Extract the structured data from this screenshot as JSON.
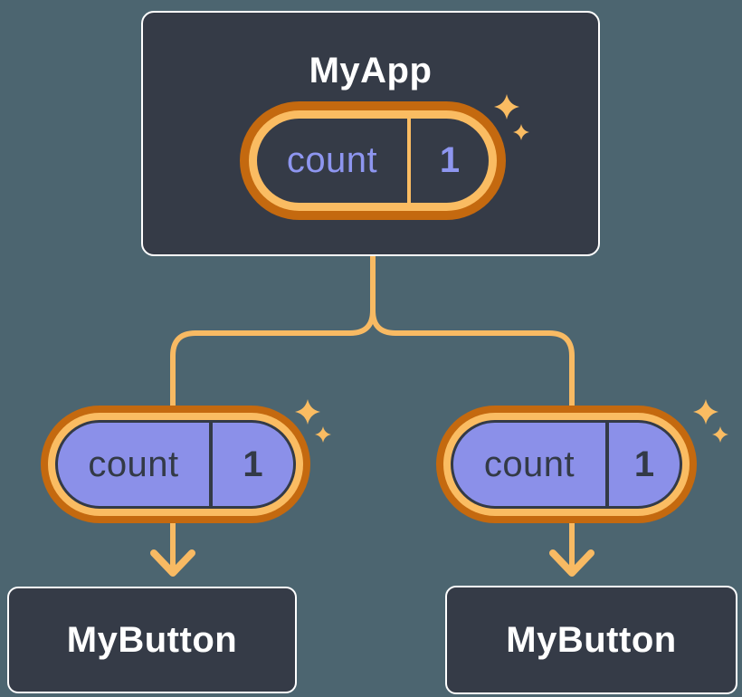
{
  "diagram": {
    "root": {
      "title": "MyApp",
      "state": {
        "label": "count",
        "value": "1"
      }
    },
    "children": [
      {
        "title": "MyButton",
        "prop": {
          "label": "count",
          "value": "1"
        }
      },
      {
        "title": "MyButton",
        "prop": {
          "label": "count",
          "value": "1"
        }
      }
    ]
  },
  "colors": {
    "bg": "#4c6570",
    "node-bg": "#353b47",
    "node-border": "#ffffff",
    "title-text": "#ffffff",
    "ring-outer": "#c4690f",
    "ring-inner": "#fabc62",
    "pill-purple": "#8b90e9",
    "text-purple": "#8e96f0",
    "text-dark": "#333a46",
    "connector": "#f8ba63",
    "sparkle": "#fabc62"
  }
}
